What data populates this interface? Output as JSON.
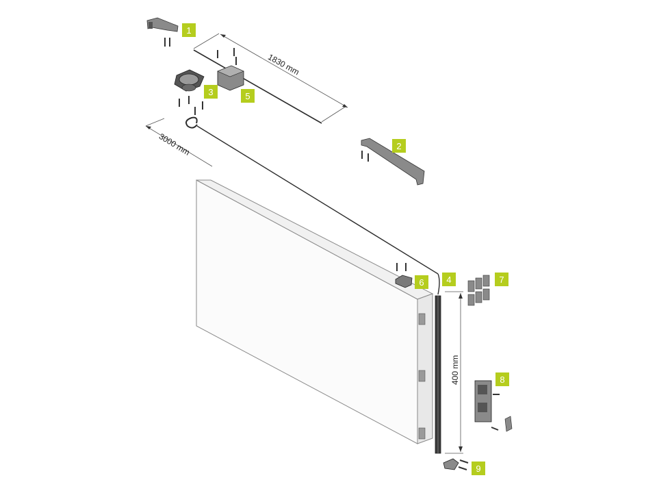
{
  "colors": {
    "callout": "#b5cd1e",
    "outline": "#2c2c2c",
    "part_fill": "#8a8a8a",
    "part_dark": "#4a4a4a",
    "panel_face": "#fbfbfb",
    "panel_edge": "#e6e6e6"
  },
  "callouts": [
    {
      "id": "1",
      "label": "1"
    },
    {
      "id": "2",
      "label": "2"
    },
    {
      "id": "3",
      "label": "3"
    },
    {
      "id": "4",
      "label": "4"
    },
    {
      "id": "5",
      "label": "5"
    },
    {
      "id": "6",
      "label": "6"
    },
    {
      "id": "7",
      "label": "7"
    },
    {
      "id": "8",
      "label": "8"
    },
    {
      "id": "9",
      "label": "9"
    }
  ],
  "dimensions": {
    "rail": "1830 mm",
    "cable": "3000 mm",
    "spring": "400 mm"
  }
}
